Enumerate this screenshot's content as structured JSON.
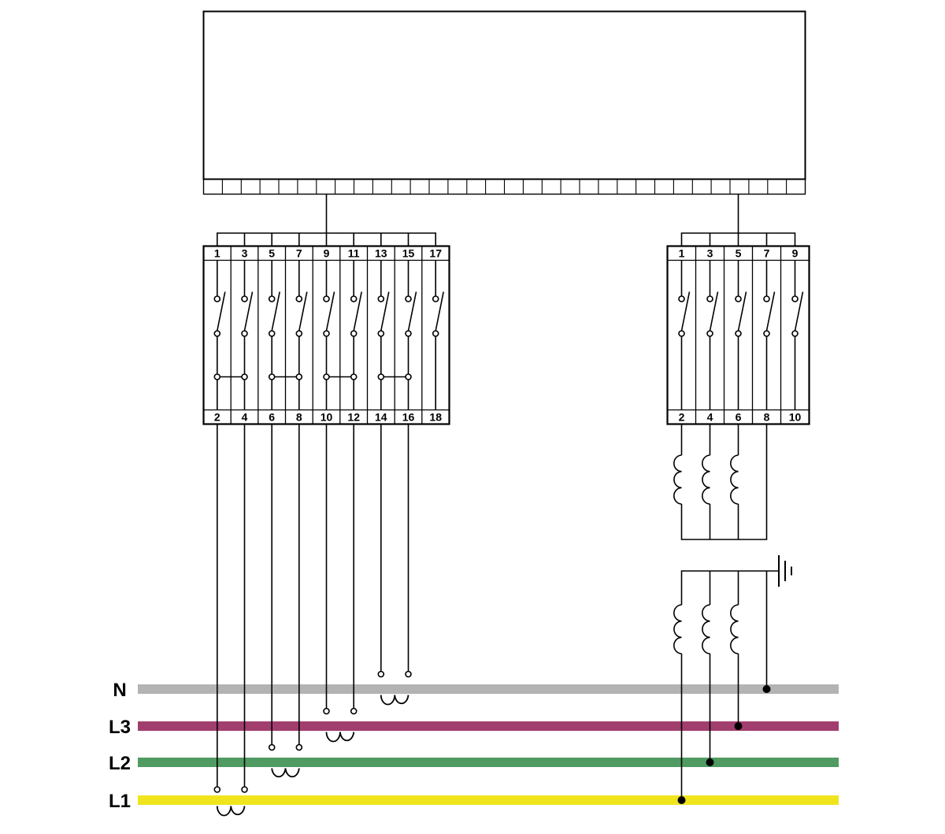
{
  "left_block": {
    "top": [
      "1",
      "3",
      "5",
      "7",
      "9",
      "11",
      "13",
      "15",
      "17"
    ],
    "bottom": [
      "2",
      "4",
      "6",
      "8",
      "10",
      "12",
      "14",
      "16",
      "18"
    ]
  },
  "right_block": {
    "top": [
      "1",
      "3",
      "5",
      "7",
      "9"
    ],
    "bottom": [
      "2",
      "4",
      "6",
      "8",
      "10"
    ]
  },
  "bus_bars": {
    "n": {
      "label": "N",
      "color": "#b3b3b3"
    },
    "l3": {
      "label": "L3",
      "color": "#a23e6e"
    },
    "l2": {
      "label": "L2",
      "color": "#4f9b61"
    },
    "l1": {
      "label": "L1",
      "color": "#f0e41f"
    }
  },
  "line_color": "#000000"
}
